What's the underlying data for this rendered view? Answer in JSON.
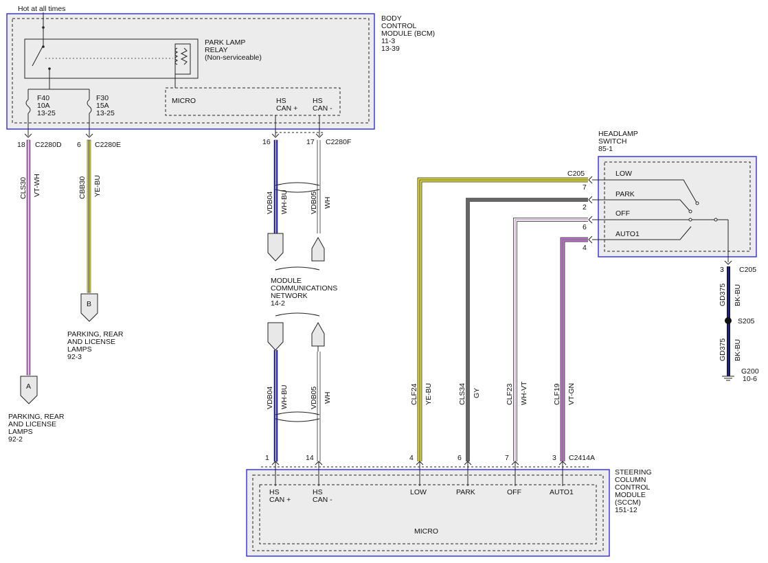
{
  "hot_label": "Hot at all times",
  "bcm": {
    "title": [
      "BODY",
      "CONTROL",
      "MODULE (BCM)",
      "11-3",
      "13-39"
    ]
  },
  "relay": {
    "title": [
      "PARK LAMP",
      "RELAY",
      "(Non-serviceable)"
    ]
  },
  "fuses": [
    {
      "lines": [
        "F40",
        "10A",
        "13-25"
      ]
    },
    {
      "lines": [
        "F30",
        "15A",
        "13-25"
      ]
    }
  ],
  "bcm_micro": {
    "label": "MICRO",
    "can_hi": [
      "HS",
      "CAN +"
    ],
    "can_lo": [
      "HS",
      "CAN -"
    ]
  },
  "connectors": {
    "c2280d": {
      "pin": "18",
      "name": "C2280D"
    },
    "c2280e": {
      "pin": "6",
      "name": "C2280E"
    },
    "c2280f_16": {
      "pin": "16"
    },
    "c2280f_17": {
      "pin": "17",
      "name": "C2280F"
    },
    "c205": "C205",
    "c205_pins": [
      "7",
      "2",
      "6",
      "4"
    ],
    "c205_ground_pin": "3",
    "c205_ground": "C205",
    "c2414a": "C2414A",
    "sccm_pins": [
      "1",
      "14",
      "4",
      "6",
      "7",
      "3"
    ]
  },
  "wires": {
    "cls30": {
      "circuit": "CLS30",
      "color": "VT-WH"
    },
    "cbb30": {
      "circuit": "CBB30",
      "color": "YE-BU"
    },
    "vdb04": {
      "circuit": "VDB04",
      "color": "WH-BU"
    },
    "vdb05": {
      "circuit": "VDB05",
      "color": "WH"
    },
    "clf24": {
      "circuit": "CLF24",
      "color": "YE-BU"
    },
    "cls34": {
      "circuit": "CLS34",
      "color": "GY"
    },
    "clf23": {
      "circuit": "CLF23",
      "color": "WH-VT"
    },
    "clf19": {
      "circuit": "CLF19",
      "color": "VT-GN"
    },
    "gd375a": {
      "circuit": "GD375",
      "color": "BK-BU"
    },
    "gd375b": {
      "circuit": "GD375",
      "color": "BK-BU"
    }
  },
  "refs": {
    "A": {
      "letter": "A",
      "lines": [
        "PARKING, REAR",
        "AND LICENSE",
        "LAMPS",
        "92-2"
      ]
    },
    "B": {
      "letter": "B",
      "lines": [
        "PARKING, REAR",
        "AND LICENSE",
        "LAMPS",
        "92-3"
      ]
    },
    "network": {
      "lines": [
        "MODULE",
        "COMMUNICATIONS",
        "NETWORK",
        "14-2"
      ]
    }
  },
  "headlamp_switch": {
    "title": [
      "HEADLAMP",
      "SWITCH",
      "85-1"
    ],
    "positions": [
      "LOW",
      "PARK",
      "OFF",
      "AUTO1"
    ]
  },
  "splice": "S205",
  "ground": {
    "name": "G200",
    "ref": "10-6"
  },
  "sccm": {
    "title": [
      "STEERING",
      "COLUMN",
      "CONTROL",
      "MODULE",
      "(SCCM)",
      "151-12"
    ],
    "pins": [
      {
        "lines": [
          "HS",
          "CAN +"
        ]
      },
      {
        "lines": [
          "HS",
          "CAN -"
        ]
      },
      {
        "lines": [
          "LOW"
        ]
      },
      {
        "lines": [
          "PARK"
        ]
      },
      {
        "lines": [
          "OFF"
        ]
      },
      {
        "lines": [
          "AUTO1"
        ]
      }
    ],
    "micro": "MICRO"
  },
  "colors": {
    "module_border": "#2a2ae0",
    "module_fill": "#ececec",
    "violet": "#c36bd0",
    "yellow": "#e4df1a",
    "blue": "#2222cc",
    "gray": "#666666",
    "white_wire_outline": "#555555",
    "black": "#222222"
  }
}
